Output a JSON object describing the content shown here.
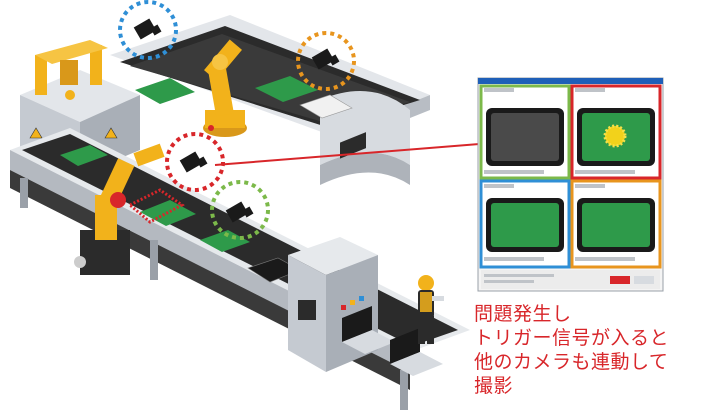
{
  "caption": {
    "lines": [
      "問題発生し",
      "トリガー信号が入ると",
      "他のカメラも連動して",
      "撮影"
    ]
  },
  "colors": {
    "trigger_red": "#d8262a",
    "camera_blue": "#2f8fd6",
    "camera_orange": "#e8951e",
    "camera_green": "#7cb94a",
    "robot_yellow": "#f2b21b",
    "conveyor_dark": "#2b2b2b",
    "machine_gray": "#cfd3d8",
    "board_green": "#2e9a4a",
    "window_blue": "#1e5fb8"
  },
  "icons": [
    "camera-icon-blue",
    "camera-icon-orange",
    "camera-icon-red",
    "camera-icon-green",
    "robot-arm-icon",
    "worker-icon",
    "inspection-machine-icon",
    "laptop-icon"
  ],
  "monitor": {
    "panes": [
      {
        "frame_color": "#7cb94a",
        "content": "gray-panel"
      },
      {
        "frame_color": "#d8262a",
        "content": "green-panel-with-yellow-mark"
      },
      {
        "frame_color": "#2f8fd6",
        "content": "green-panel"
      },
      {
        "frame_color": "#e8951e",
        "content": "green-panel"
      }
    ]
  }
}
